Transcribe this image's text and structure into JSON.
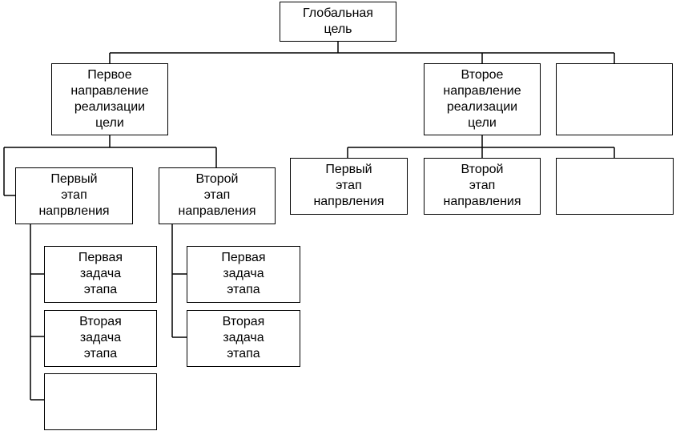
{
  "nodes": {
    "root": {
      "text": "Глобальная\nцель"
    },
    "dir1": {
      "text": "Первое\nнаправление\nреализации\nцели"
    },
    "dir2": {
      "text": "Второе\nнаправление\nреализации\nцели"
    },
    "dir3": {
      "text": ""
    },
    "stage11": {
      "text": "Первый\nэтап\nнапрвления"
    },
    "stage12": {
      "text": "Второй\nэтап\nнаправления"
    },
    "stage21": {
      "text": "Первый\nэтап\nнапрвления"
    },
    "stage22": {
      "text": "Второй\nэтап\nнаправления"
    },
    "stage23": {
      "text": ""
    },
    "task111": {
      "text": "Первая\nзадача\nэтапа"
    },
    "task112": {
      "text": "Вторая\nзадача\nэтапа"
    },
    "task113": {
      "text": ""
    },
    "task121": {
      "text": "Первая\nзадача\nэтапа"
    },
    "task122": {
      "text": "Вторая\nзадача\nэтапа"
    }
  }
}
